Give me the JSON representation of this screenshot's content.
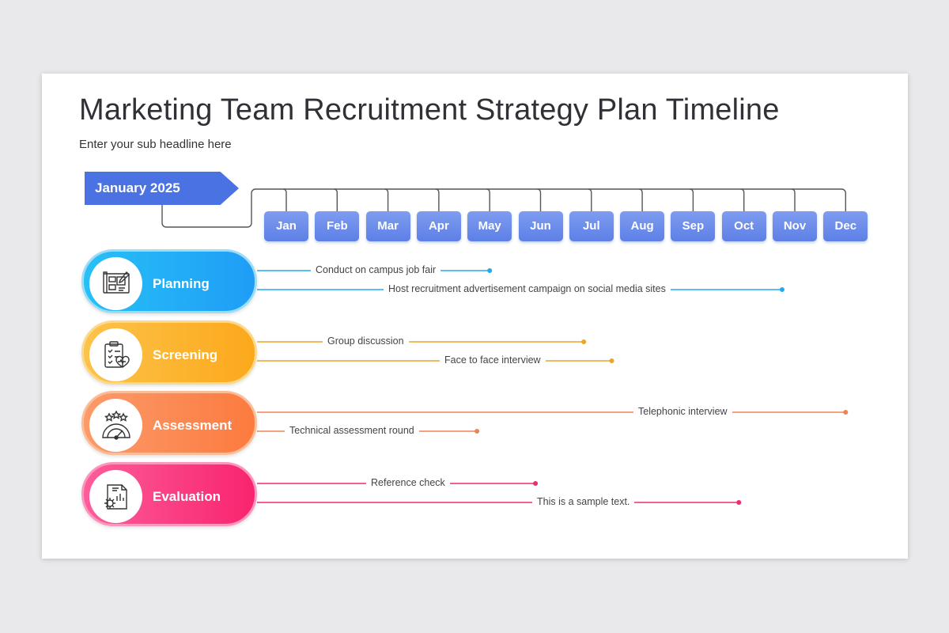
{
  "title": "Marketing Team Recruitment Strategy Plan Timeline",
  "subtitle": "Enter your sub headline here",
  "start_label": "January 2025",
  "months": [
    "Jan",
    "Feb",
    "Mar",
    "Apr",
    "May",
    "Jun",
    "Jul",
    "Aug",
    "Sep",
    "Oct",
    "Nov",
    "Dec"
  ],
  "colors": {
    "month_box": "#6284e8",
    "start_flag": "#4a72e3",
    "connector": "#555555"
  },
  "phases": [
    {
      "label": "Planning",
      "icon": "blueprint-icon",
      "gradient": [
        "#27c0f5",
        "#1f9df7"
      ],
      "border": "#9bdcf7",
      "line_color": "#24a8ee",
      "tasks": [
        {
          "text": "Conduct on campus job fair",
          "end_month": 5.0
        },
        {
          "text": "Host recruitment advertisement campaign on social media sites",
          "end_month": 10.75
        }
      ]
    },
    {
      "label": "Screening",
      "icon": "checklist-icon",
      "gradient": [
        "#fcc34b",
        "#fca81b"
      ],
      "border": "#fbd989",
      "line_color": "#e9a628",
      "tasks": [
        {
          "text": "Group discussion",
          "end_month": 6.85
        },
        {
          "text": "Face to face interview",
          "end_month": 7.4
        }
      ]
    },
    {
      "label": "Assessment",
      "icon": "rating-gauge-icon",
      "gradient": [
        "#fc9a6a",
        "#fc7b3f"
      ],
      "border": "#fbbd98",
      "line_color": "#ee8454",
      "tasks": [
        {
          "text": "Telephonic interview",
          "end_month": 12.0
        },
        {
          "text": "Technical assessment round",
          "end_month": 4.75
        }
      ]
    },
    {
      "label": "Evaluation",
      "icon": "report-gear-icon",
      "gradient": [
        "#fd5c9b",
        "#f8246e"
      ],
      "border": "#fb95bd",
      "line_color": "#ec2d75",
      "tasks": [
        {
          "text": "Reference check",
          "end_month": 5.9
        },
        {
          "text": "This is a sample text.",
          "end_month": 9.9
        }
      ]
    }
  ]
}
